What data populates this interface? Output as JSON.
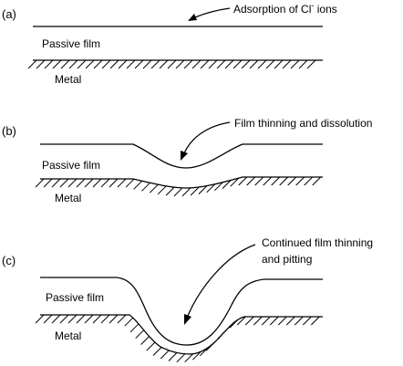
{
  "panels": [
    {
      "id": "a",
      "tag": "(a)",
      "annotation_main": "Adsorption of Cl",
      "annotation_sup": "-",
      "annotation_tail": " ions",
      "film_label": "Passive film",
      "metal_label": "Metal"
    },
    {
      "id": "b",
      "tag": "(b)",
      "annotation": "Film thinning and dissolution",
      "film_label": "Passive film",
      "metal_label": "Metal"
    },
    {
      "id": "c",
      "tag": "(c)",
      "annotation_line1": "Continued film thinning",
      "annotation_line2": "and pitting",
      "film_label": "Passive film",
      "metal_label": "Metal"
    }
  ],
  "colors": {
    "ink": "#000000",
    "background": "#ffffff"
  }
}
